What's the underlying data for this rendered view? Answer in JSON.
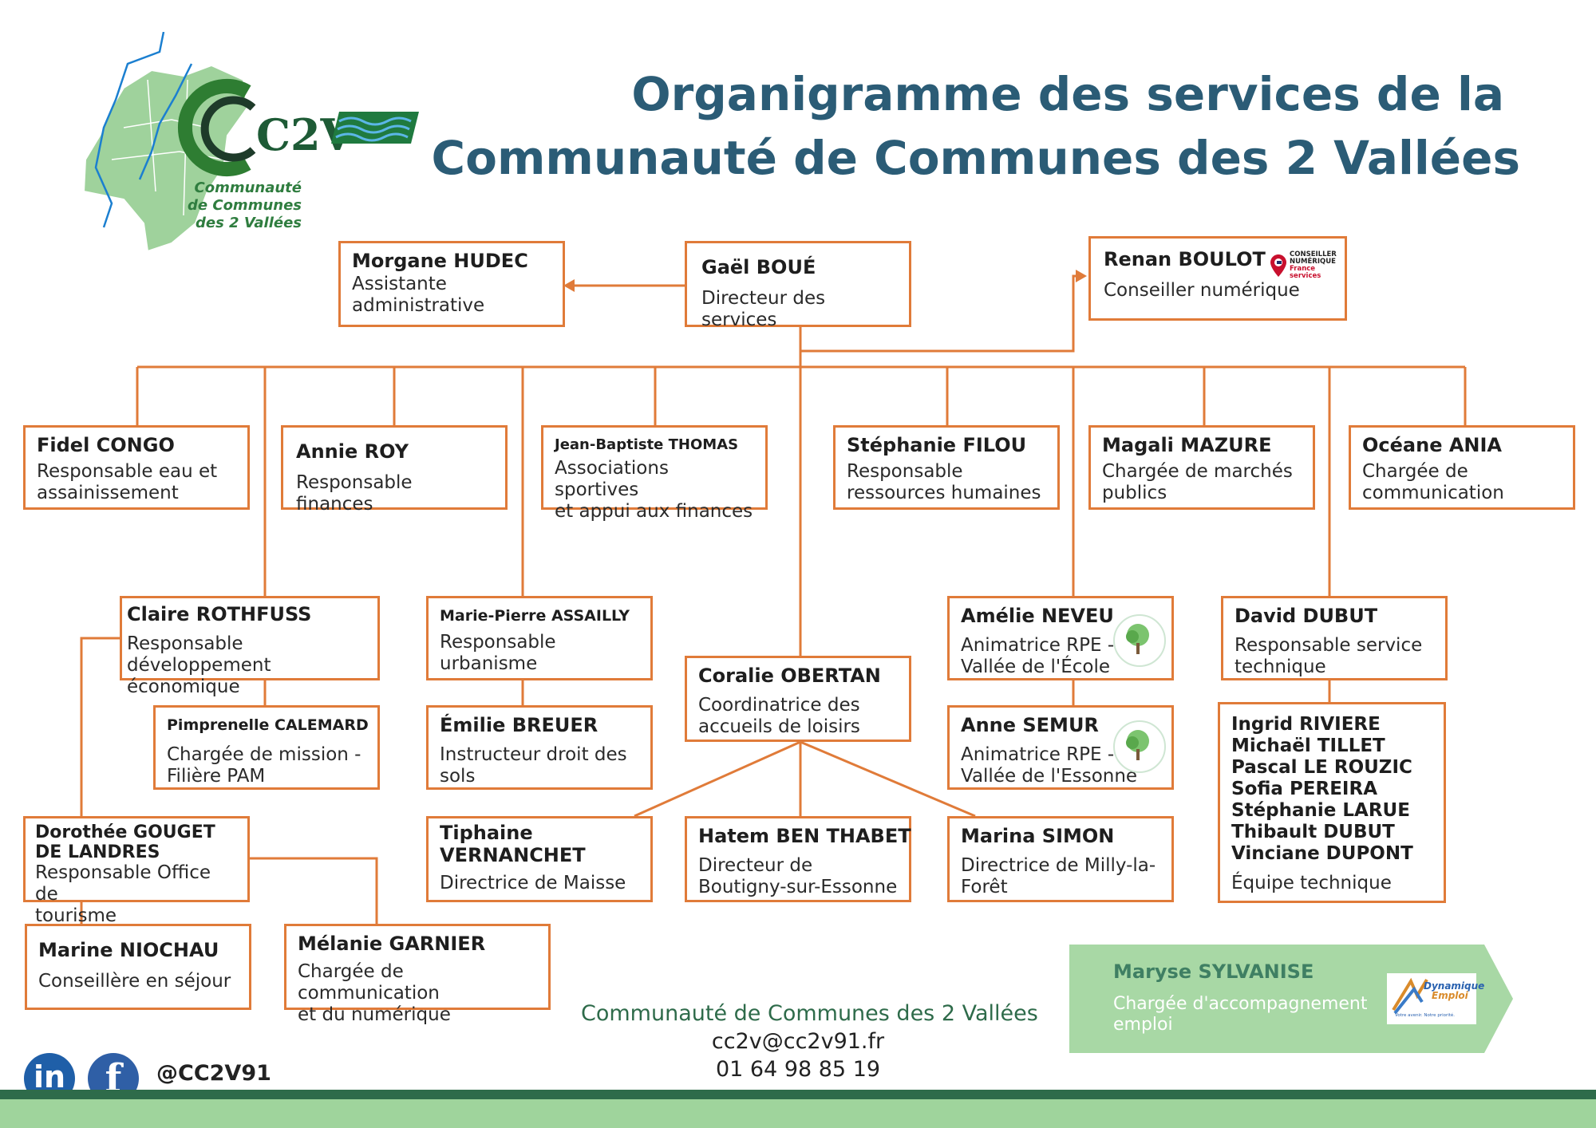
{
  "title": {
    "line1": "Organigramme des services de la",
    "line2": "Communauté de Communes des 2 Vallées"
  },
  "logo": {
    "mark": "C2V",
    "text_line1": "Communauté",
    "text_line2": "de Communes",
    "text_line3": "des 2 Vallées"
  },
  "nodes": {
    "boue": {
      "name": "Gaël BOUÉ",
      "role": "Directeur des services"
    },
    "hudec": {
      "name": "Morgane HUDEC",
      "role": "Assistante\nadministrative"
    },
    "boulot": {
      "name": "Renan BOULOT",
      "role": "Conseiller numérique"
    },
    "congo": {
      "name": "Fidel CONGO",
      "role": "Responsable eau et\nassainissement"
    },
    "roy": {
      "name": "Annie ROY",
      "role": "Responsable finances"
    },
    "thomas": {
      "name": "Jean-Baptiste THOMAS",
      "role": "Associations sportives\net appui aux finances"
    },
    "filou": {
      "name": "Stéphanie FILOU",
      "role": "Responsable\nressources humaines"
    },
    "mazure": {
      "name": "Magali MAZURE",
      "role": "Chargée de marchés\npublics"
    },
    "ania": {
      "name": "Océane ANIA",
      "role": "Chargée de\ncommunication"
    },
    "rothfuss": {
      "name": "Claire ROTHFUSS",
      "role": "Responsable\ndéveloppement économique"
    },
    "assailly": {
      "name": "Marie-Pierre ASSAILLY",
      "role": "Responsable\nurbanisme"
    },
    "obertan": {
      "name": "Coralie OBERTAN",
      "role": "Coordinatrice des\naccueils de loisirs"
    },
    "neveu": {
      "name": "Amélie NEVEU",
      "role": "Animatrice RPE -\nVallée de l'École"
    },
    "dubut": {
      "name": "David DUBUT",
      "role": "Responsable service\ntechnique"
    },
    "calemard": {
      "name": "Pimprenelle CALEMARD",
      "role": "Chargée de mission -\nFilière PAM"
    },
    "breuer": {
      "name": "Émilie BREUER",
      "role": "Instructeur droit des\nsols"
    },
    "semur": {
      "name": "Anne SEMUR",
      "role": "Animatrice RPE -\nVallée de l'Essonne"
    },
    "gouget": {
      "name": "Dorothée GOUGET\nDE LANDRES",
      "role": "Responsable Office de\ntourisme"
    },
    "vernanchet": {
      "name": "Tiphaine\nVERNANCHET",
      "role": "Directrice de Maisse"
    },
    "benthabet": {
      "name": "Hatem BEN THABET",
      "role": "Directeur de\nBoutigny-sur-Essonne"
    },
    "simon": {
      "name": "Marina SIMON",
      "role": "Directrice de Milly-la-\nForêt"
    },
    "niochau": {
      "name": "Marine NIOCHAU",
      "role": "Conseillère en séjour"
    },
    "garnier": {
      "name": "Mélanie GARNIER",
      "role": "Chargée de communication\net du numérique"
    }
  },
  "team": {
    "members": [
      "Ingrid RIVIERE",
      "Michaël TILLET",
      "Pascal LE ROUZIC",
      "Sofia PEREIRA",
      "Stéphanie LARUE",
      "Thibault DUBUT",
      "Vinciane DUPONT"
    ],
    "role": "Équipe technique"
  },
  "badge": {
    "line1": "CONSEILLER",
    "line2": "NUMÉRIQUE",
    "line3": "France",
    "line4": "services"
  },
  "sylvanise": {
    "name": "Maryse SYLVANISE",
    "role": "Chargée d'accompagnement\nemploi",
    "logo_line1": "Dynamique",
    "logo_line2": "Emploi",
    "logo_tagline": "Votre avenir. Notre priorité."
  },
  "footer": {
    "org": "Communauté de Communes des 2 Vallées",
    "email": "cc2v@cc2v91.fr",
    "phone": "01 64 98 85 19",
    "handle": "@CC2V91",
    "linkedin_label": "in",
    "facebook_label": "f"
  },
  "colors": {
    "line": "#e07b39",
    "title": "#2b5c76",
    "green_dark": "#2e6b4a",
    "green_light": "#9fd49c",
    "banner": "#a8d8a5"
  }
}
